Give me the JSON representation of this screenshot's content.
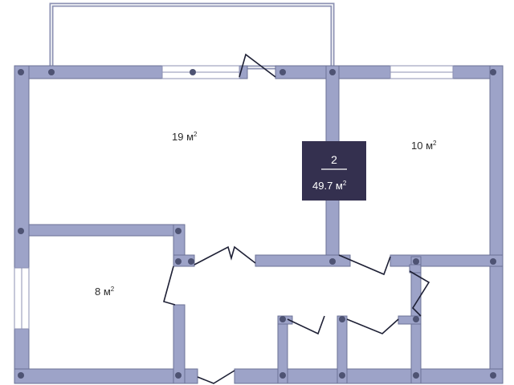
{
  "plan": {
    "colors": {
      "wall": "#9da3c8",
      "wall_edge": "#6b7196",
      "column": "#4e5373",
      "badge": "#34304f",
      "door_line": "#1e2035"
    },
    "rooms": [
      {
        "id": "living",
        "area": "19 м",
        "sup": "2"
      },
      {
        "id": "bedroom",
        "area": "10 м",
        "sup": "2"
      },
      {
        "id": "small-room",
        "area": "8 м",
        "sup": "2"
      }
    ],
    "badge": {
      "rooms_count": "2",
      "total_area": "49.7 м",
      "sup": "2"
    }
  }
}
